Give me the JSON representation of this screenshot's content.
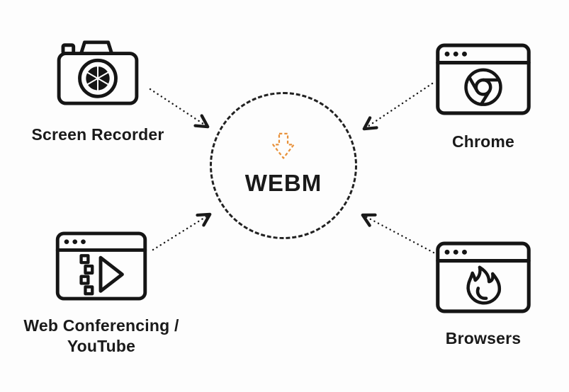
{
  "diagram": {
    "center": {
      "label": "WEBM",
      "icon": "download-arrow-icon"
    },
    "nodes": [
      {
        "id": "screen-recorder",
        "label": "Screen Recorder",
        "icon": "camera-icon"
      },
      {
        "id": "chrome",
        "label": "Chrome",
        "icon": "chrome-browser-icon"
      },
      {
        "id": "web-conferencing-youtube",
        "label": "Web Conferencing / YouTube",
        "icon": "video-player-browser-icon"
      },
      {
        "id": "browsers",
        "label": "Browsers",
        "icon": "firefox-browser-icon"
      }
    ],
    "edges": [
      {
        "from": "screen-recorder",
        "to": "WEBM"
      },
      {
        "from": "chrome",
        "to": "WEBM"
      },
      {
        "from": "web-conferencing-youtube",
        "to": "WEBM"
      },
      {
        "from": "browsers",
        "to": "WEBM"
      }
    ],
    "colors": {
      "line": "#1a1a1a",
      "accent": "#E8913A",
      "background": "#fdfdfd"
    }
  }
}
